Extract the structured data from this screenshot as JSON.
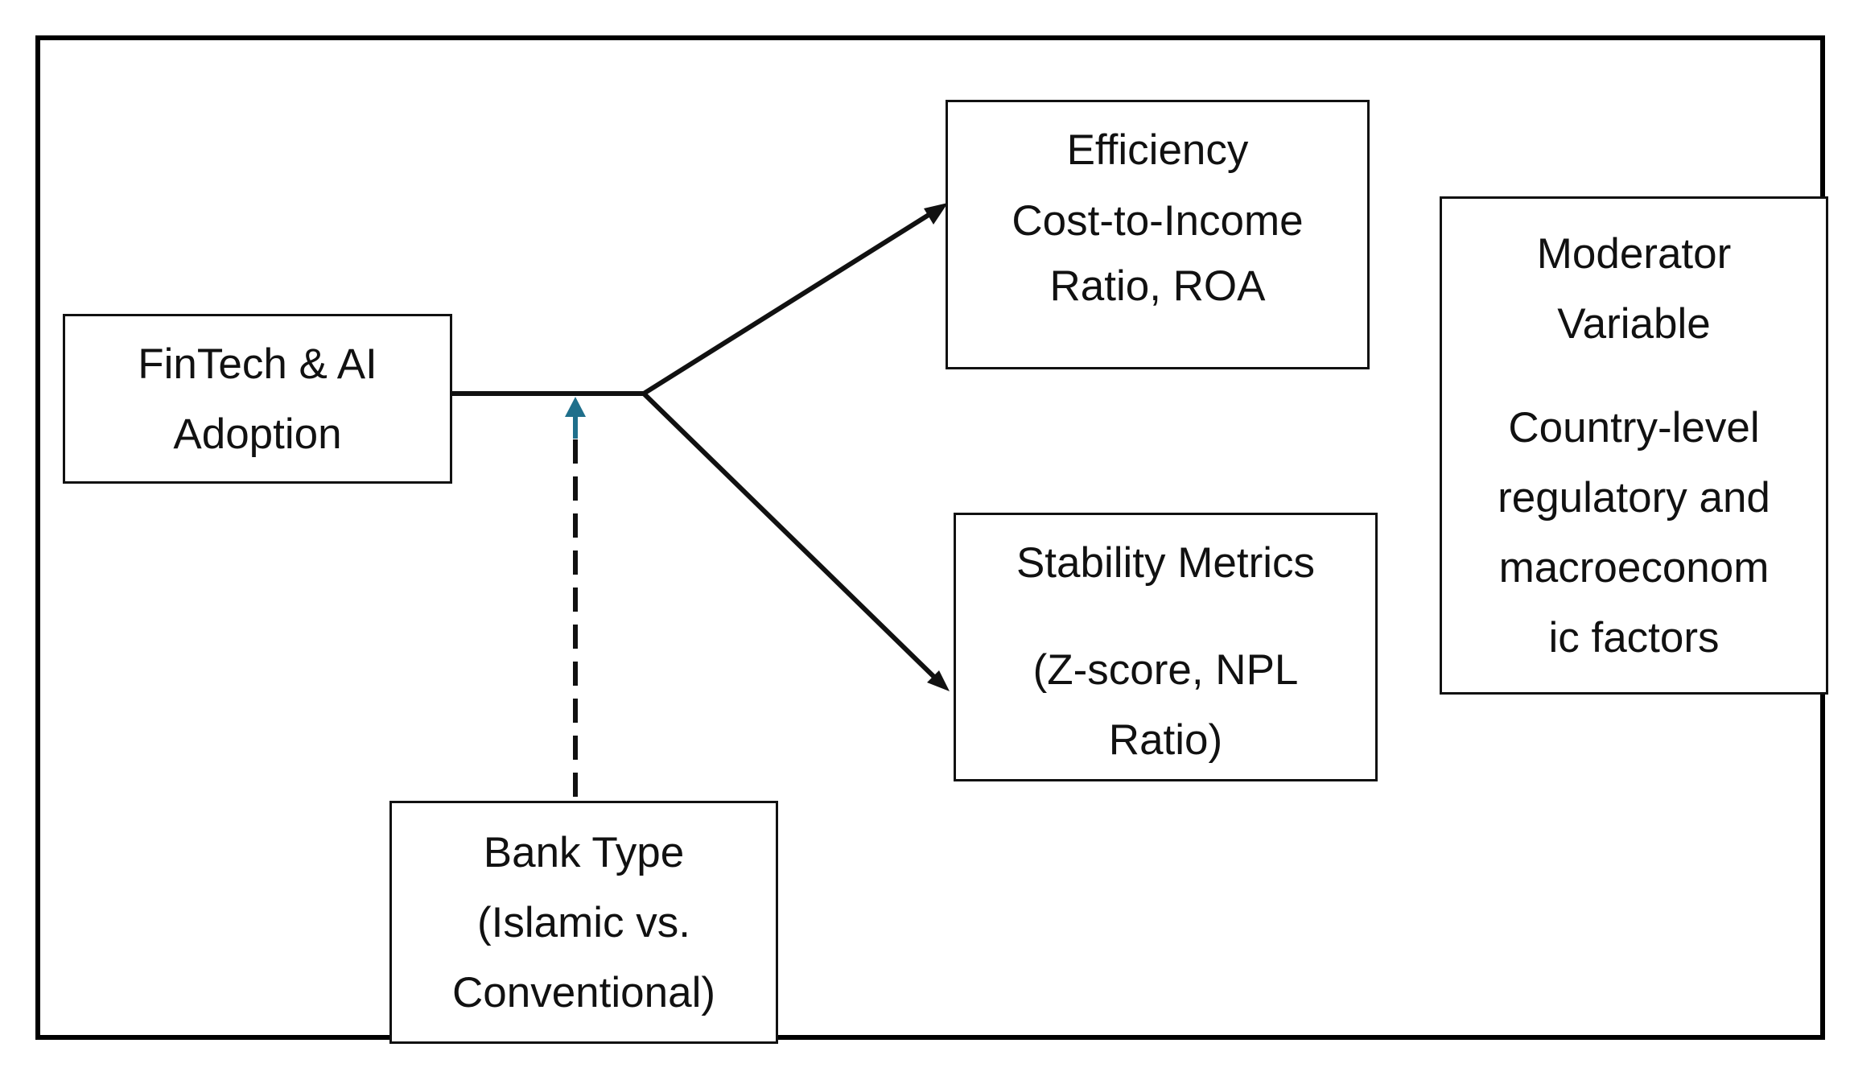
{
  "nodes": {
    "fintech": {
      "lines": [
        "FinTech & AI",
        "Adoption"
      ]
    },
    "efficiency": {
      "title": "Efficiency",
      "lines": [
        "Cost-to-Income",
        "Ratio, ROA"
      ]
    },
    "stability": {
      "title": "Stability Metrics",
      "lines": [
        "(Z-score, NPL",
        "Ratio)"
      ]
    },
    "bank_type": {
      "lines": [
        "Bank Type",
        "(Islamic vs.",
        "Conventional)"
      ]
    },
    "moderator": {
      "title_lines": [
        "Moderator",
        "Variable"
      ],
      "lines": [
        "Country-level",
        "regulatory and",
        "macroeconom",
        "ic factors"
      ]
    }
  },
  "colors": {
    "stroke": "#111111",
    "moderation_arrow": "#1f6f8b"
  }
}
